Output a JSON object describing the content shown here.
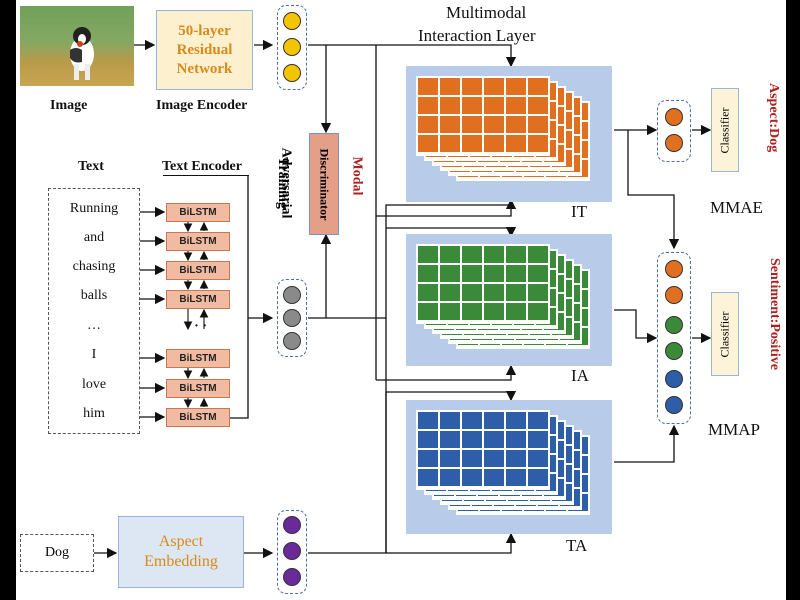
{
  "diagram": {
    "image_block": {
      "caption": "Image",
      "encoder_caption": "Image Encoder",
      "encoder_text": "50-layer Residual Network"
    },
    "text_block": {
      "title": "Text",
      "encoder_title": "Text Encoder",
      "words": [
        "Running",
        "and",
        "chasing",
        "balls",
        "…",
        "I",
        "love",
        "him"
      ],
      "cell_label": "BiLSTM",
      "ellipsis": "· · ·"
    },
    "aspect_block": {
      "input": "Dog",
      "embedding": "Aspect Embedding"
    },
    "interaction": {
      "title_line1": "Multimodal",
      "title_line2": "Interaction Layer",
      "grids": [
        {
          "label": "IT",
          "color": "#e07020"
        },
        {
          "label": "IA",
          "color": "#3a8a3a"
        },
        {
          "label": "TA",
          "color": "#2f5ea8"
        }
      ]
    },
    "discriminator": {
      "text": "Discriminator",
      "modal": "Modal",
      "adv_line1": "Adversarial",
      "adv_line2": "Training"
    },
    "outputs": {
      "mmae": {
        "classifier": "Classifier",
        "result": "Aspect:Dog",
        "tag": "MMAE"
      },
      "mmap": {
        "classifier": "Classifier",
        "result": "Sentiment:Positive",
        "tag": "MMAP"
      }
    },
    "colors": {
      "orange": "#e07020",
      "green": "#3a8a3a",
      "blue": "#2f5ea8",
      "purple": "#6a2a9a",
      "yellow": "#f5c400",
      "gray": "#8a8a8a",
      "panel": "#b8cbe8",
      "red_text": "#b02020"
    }
  }
}
